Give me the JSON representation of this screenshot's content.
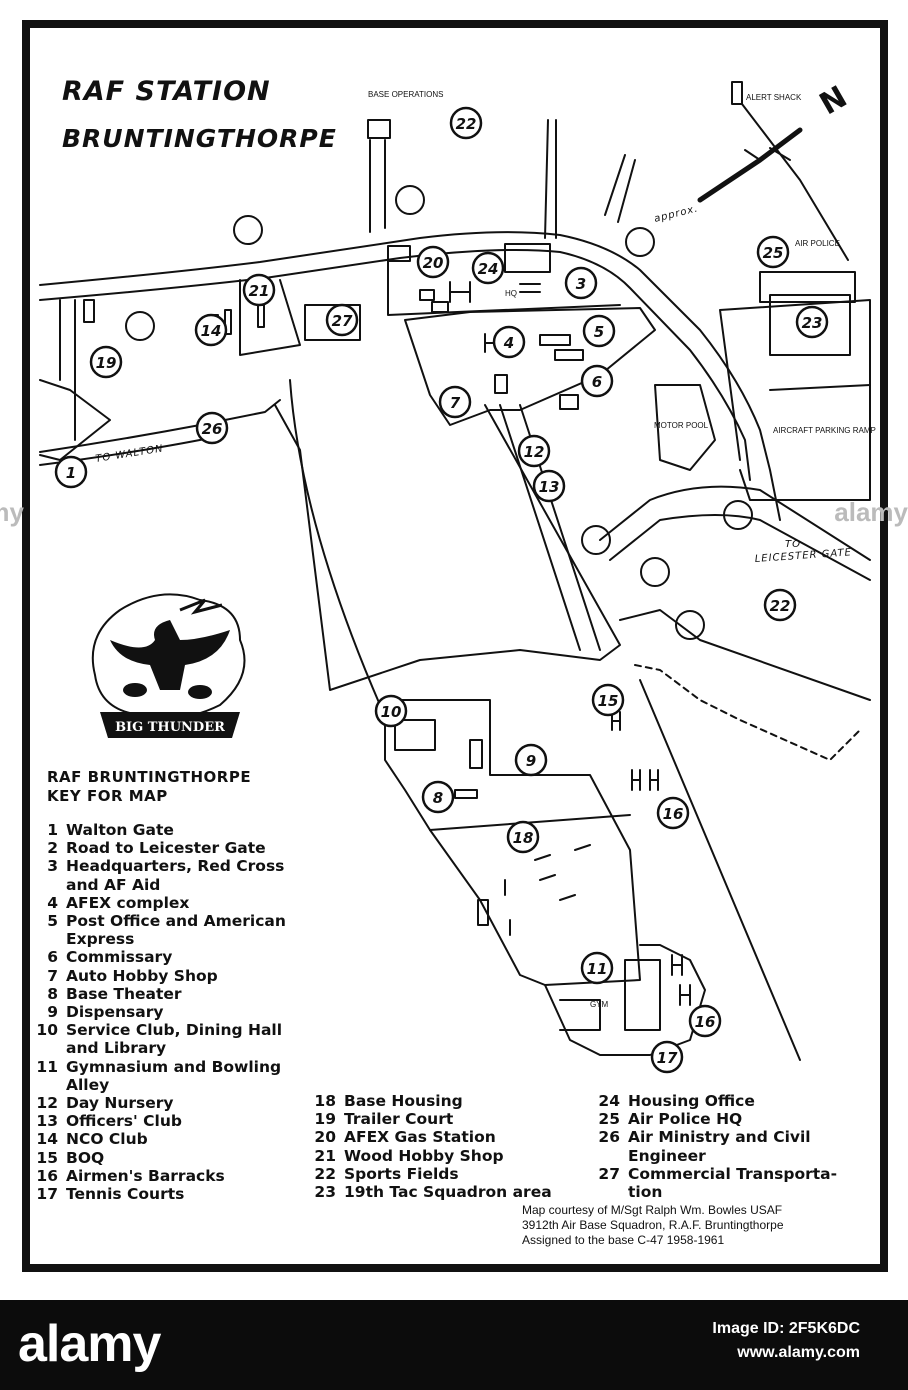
{
  "title": {
    "line1": "RAF STATION",
    "line2": "BRUNTINGTHORPE"
  },
  "map_labels": {
    "base_operations": "BASE OPERATIONS",
    "alert_shack": "ALERT SHACK",
    "air_police": "AIR POLICE",
    "motor_pool": "MOTOR POOL",
    "aircraft_parking_ramp": "AIRCRAFT PARKING RAMP",
    "to_walton": "TO WALTON",
    "to_leicester_line1": "TO",
    "to_leicester_line2": "LEICESTER GATE",
    "approx": "approx.",
    "north": "N",
    "hq": "HQ",
    "gym": "GYM",
    "emblem_text": "BIG THUNDER"
  },
  "markers": [
    "1",
    "3",
    "4",
    "5",
    "6",
    "7",
    "8",
    "9",
    "10",
    "11",
    "12",
    "13",
    "14",
    "15",
    "16",
    "16",
    "17",
    "18",
    "19",
    "21",
    "22",
    "22",
    "23",
    "24",
    "25",
    "26",
    "27",
    "20"
  ],
  "key": {
    "heading1": "RAF BRUNTINGTHORPE",
    "heading2": "KEY FOR MAP",
    "col1": [
      {
        "n": "1",
        "t": "Walton Gate"
      },
      {
        "n": "2",
        "t": "Road to Leicester Gate"
      },
      {
        "n": "3",
        "t": "Headquarters, Red Cross"
      },
      {
        "n": "",
        "t": "and AF Aid"
      },
      {
        "n": "4",
        "t": "AFEX complex"
      },
      {
        "n": "5",
        "t": "Post Office and American"
      },
      {
        "n": "",
        "t": "Express"
      },
      {
        "n": "6",
        "t": "Commissary"
      },
      {
        "n": "7",
        "t": "Auto Hobby Shop"
      },
      {
        "n": "8",
        "t": "Base Theater"
      },
      {
        "n": "9",
        "t": "Dispensary"
      },
      {
        "n": "10",
        "t": "Service Club, Dining Hall"
      },
      {
        "n": "",
        "t": "and Library"
      },
      {
        "n": "11",
        "t": "Gymnasium and Bowling"
      },
      {
        "n": "",
        "t": "Alley"
      },
      {
        "n": "12",
        "t": "Day Nursery"
      },
      {
        "n": "13",
        "t": "Officers' Club"
      },
      {
        "n": "14",
        "t": "NCO Club"
      },
      {
        "n": "15",
        "t": "BOQ"
      },
      {
        "n": "16",
        "t": "Airmen's Barracks"
      },
      {
        "n": "17",
        "t": "Tennis Courts"
      }
    ],
    "col2": [
      {
        "n": "18",
        "t": "Base Housing"
      },
      {
        "n": "19",
        "t": "Trailer Court"
      },
      {
        "n": "20",
        "t": "AFEX Gas Station"
      },
      {
        "n": "21",
        "t": "Wood Hobby Shop"
      },
      {
        "n": "22",
        "t": "Sports Fields"
      },
      {
        "n": "23",
        "t": "19th Tac Squadron area"
      }
    ],
    "col3": [
      {
        "n": "24",
        "t": "Housing Office"
      },
      {
        "n": "25",
        "t": "Air Police HQ"
      },
      {
        "n": "26",
        "t": "Air Ministry and Civil"
      },
      {
        "n": "",
        "t": "Engineer"
      },
      {
        "n": "27",
        "t": "Commercial Transporta-"
      },
      {
        "n": "",
        "t": "tion"
      }
    ]
  },
  "credit": {
    "line1": "Map courtesy of M/Sgt Ralph Wm. Bowles USAF",
    "line2": "3912th Air Base Squadron, R.A.F. Bruntingthorpe",
    "line3": "Assigned to the base C-47 1958-1961"
  },
  "watermark": {
    "brand": "alamy",
    "side_text": "alamy",
    "image_id_label": "Image ID: 2F5K6DC",
    "url": "www.alamy.com"
  },
  "colors": {
    "ink": "#111111",
    "paper": "#ffffff",
    "bar": "#0c0c0c"
  }
}
